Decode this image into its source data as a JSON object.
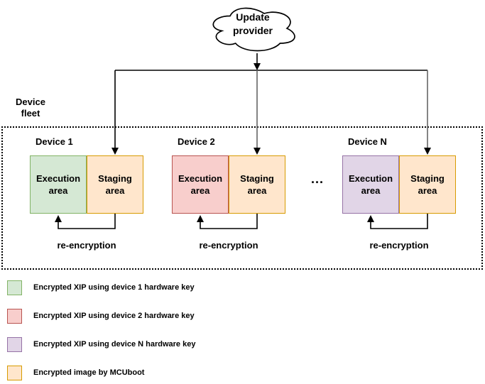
{
  "cloud": {
    "label": "Update provider"
  },
  "fleet": {
    "label": "Device fleet",
    "ellipsis": "..."
  },
  "colors": {
    "line": "#000000",
    "line_gray": "#666666"
  },
  "staging": {
    "fill": "#ffe6cc",
    "border": "#d79b00"
  },
  "devices": [
    {
      "name": "Device 1",
      "execution_label": "Execution area",
      "staging_label": "Staging area",
      "re_encryption": "re-encryption",
      "execution_fill": "#d5e8d4",
      "execution_border": "#82b366"
    },
    {
      "name": "Device 2",
      "execution_label": "Execution area",
      "staging_label": "Staging area",
      "re_encryption": "re-encryption",
      "execution_fill": "#f8cecc",
      "execution_border": "#b85450"
    },
    {
      "name": "Device N",
      "execution_label": "Execution area",
      "staging_label": "Staging area",
      "re_encryption": "re-encryption",
      "execution_fill": "#e1d5e7",
      "execution_border": "#9673a6"
    }
  ],
  "legend": {
    "items": [
      {
        "label": "Encrypted XIP using device 1 hardware key",
        "fill": "#d5e8d4",
        "border": "#82b366"
      },
      {
        "label": "Encrypted XIP using device 2 hardware key",
        "fill": "#f8cecc",
        "border": "#b85450"
      },
      {
        "label": "Encrypted XIP using device N hardware key",
        "fill": "#e1d5e7",
        "border": "#9673a6"
      },
      {
        "label": "Encrypted image by MCUboot",
        "fill": "#ffe6cc",
        "border": "#d79b00"
      }
    ]
  }
}
